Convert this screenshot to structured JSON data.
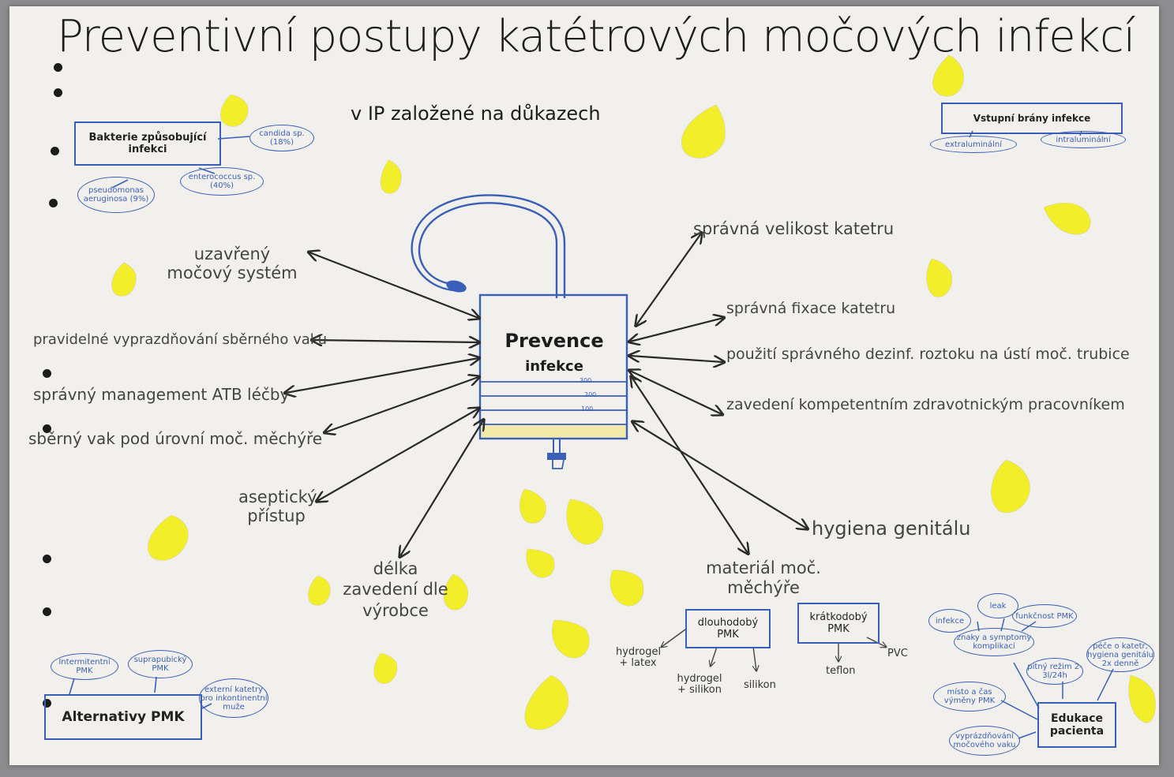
{
  "title": "Preventivní postupy katétrových močových infekcí",
  "subtitle": "v IP založené na důkazech",
  "center": {
    "label": "Prevence",
    "label2": "infekce",
    "scale": [
      "300",
      "200",
      "100"
    ]
  },
  "left_items": [
    "uzavřený močový systém",
    "pravidelné vyprazdňování sběrného vaku",
    "správný management ATB léčby",
    "sběrný vak pod úrovní moč. měchýře",
    "aseptický přístup",
    "délka zavedení dle výrobce"
  ],
  "right_items": [
    "správná velikost katetru",
    "správná fixace katetru",
    "použití správného dezinf. roztoku na ústí moč. trubice",
    "zavedení kompetentním zdravotnickým pracovníkem",
    "hygiena genitálu",
    "materiál moč. měchýře"
  ],
  "bacteria": {
    "title": "Bakterie způsobující infekci",
    "items": [
      "candida sp. (18%)",
      "pseudomonas aeruginosa (9%)",
      "enterococcus sp. (40%)"
    ]
  },
  "vstupni": {
    "title": "Vstupní brány infekce",
    "items": [
      "extraluminální",
      "intraluminální"
    ]
  },
  "material": {
    "long": "dlouhodobý PMK",
    "short": "krátkodobý PMK",
    "long_items": [
      "hydrogel + latex",
      "hydrogel + silikon",
      "silikon"
    ],
    "short_items": [
      "teflon",
      "PVC"
    ]
  },
  "alternativy": {
    "title": "Alternativy PMK",
    "items": [
      "Intermitentní PMK",
      "suprapubický PMK",
      "externí katetry pro inkontinentní muže"
    ]
  },
  "edukace": {
    "title": "Edukace pacienta",
    "items": [
      "leak",
      "infekce",
      "funkčnost PMK",
      "znaky a symptomy komplikací",
      "péče o katetr, hygiena genitálu 2x denně",
      "pitný režim 2-3l/24h",
      "místo a čas výměny PMK",
      "vyprázdňování močového vaku"
    ]
  },
  "colors": {
    "paper": "#f1f0ed",
    "drop": "#f3ee2a",
    "blue": "#3a5fb8",
    "arrow": "#2a2a2a",
    "urine": "#f3e9a8"
  }
}
